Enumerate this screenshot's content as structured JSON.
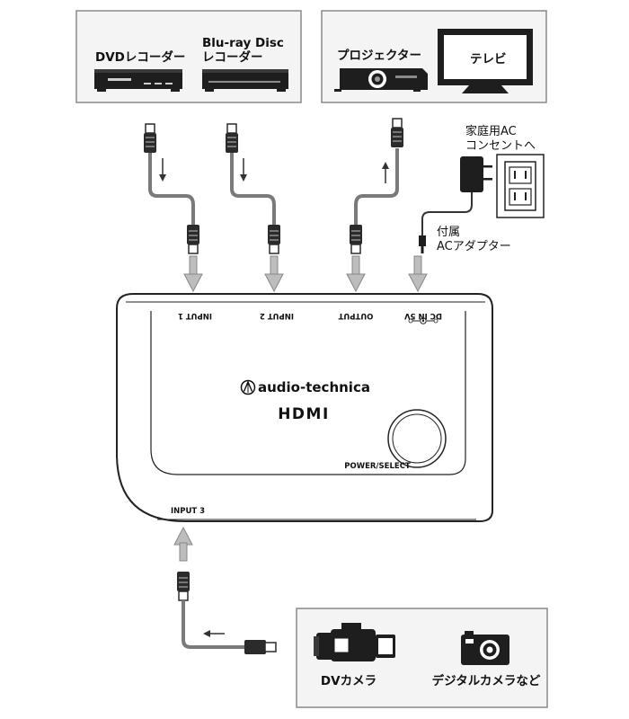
{
  "sources_top": {
    "dvd_recorder": "DVDレコーダー",
    "bluray_line1": "Blu-ray Disc",
    "bluray_line2": "レコーダー"
  },
  "displays": {
    "projector": "プロジェクター",
    "tv": "テレビ"
  },
  "power": {
    "outlet_line1": "家庭用AC",
    "outlet_line2": "コンセントへ",
    "adapter_line1": "付属",
    "adapter_line2": "ACアダプター"
  },
  "device": {
    "input1": "INPUT 1",
    "input2": "INPUT 2",
    "output": "OUTPUT",
    "dc_in": "DC IN 5V",
    "brand": "audio-technica",
    "hdmi_logo": "HDMI",
    "power_select": "POWER/SELECT",
    "input3": "INPUT 3"
  },
  "sources_bottom": {
    "dv_camera": "DVカメラ",
    "digital_camera": "デジタルカメラなど"
  },
  "colors": {
    "cable": "#7a7a7a",
    "arrow": "#bdbdbd",
    "panel_border": "#888888"
  }
}
